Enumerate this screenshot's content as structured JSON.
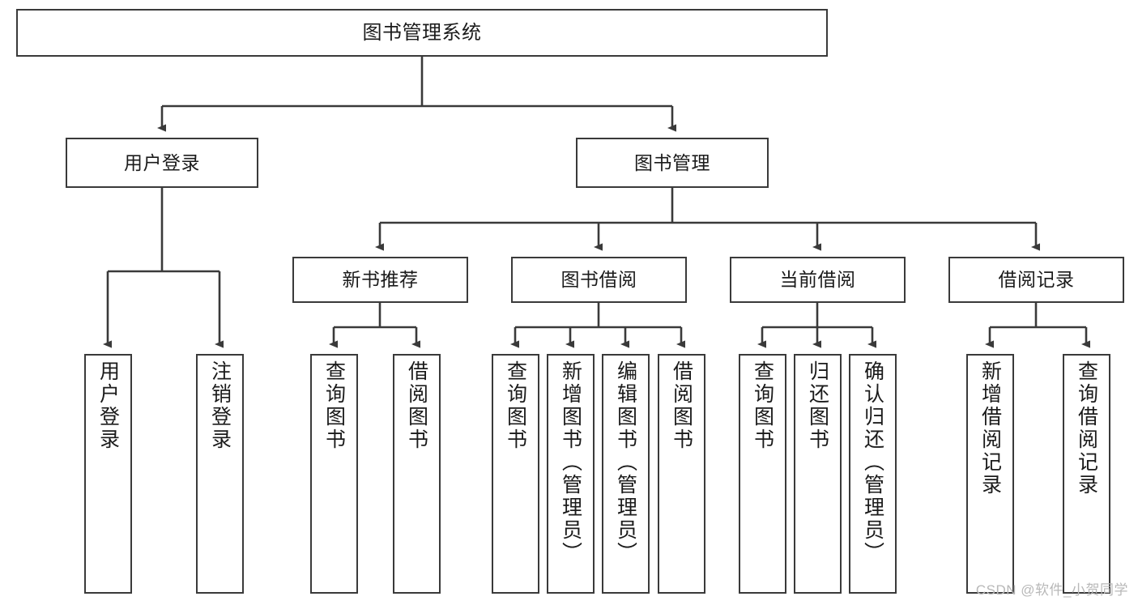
{
  "diagram": {
    "title": "图书管理系统",
    "type": "hierarchy-tree",
    "line_color": "#3a3a3a",
    "box_fill": "#ffffff",
    "text_color": "#1b1b1b",
    "watermark": "CSDN @软件_小贺同学",
    "levels": {
      "root": {
        "label": "图书管理系统"
      },
      "level2": [
        {
          "label": "用户登录"
        },
        {
          "label": "图书管理"
        }
      ],
      "level3": [
        {
          "label": "新书推荐"
        },
        {
          "label": "图书借阅"
        },
        {
          "label": "当前借阅"
        },
        {
          "label": "借阅记录"
        }
      ],
      "leaves": [
        {
          "label": "用户登录",
          "parent": "用户登录"
        },
        {
          "label": "注销登录",
          "parent": "用户登录"
        },
        {
          "label": "查询图书",
          "parent": "新书推荐"
        },
        {
          "label": "借阅图书",
          "parent": "新书推荐"
        },
        {
          "label": "查询图书",
          "parent": "图书借阅"
        },
        {
          "label": "新增图书（管理员）",
          "parent": "图书借阅"
        },
        {
          "label": "编辑图书（管理员）",
          "parent": "图书借阅"
        },
        {
          "label": "借阅图书",
          "parent": "图书借阅"
        },
        {
          "label": "查询图书",
          "parent": "当前借阅"
        },
        {
          "label": "归还图书",
          "parent": "当前借阅"
        },
        {
          "label": "确认归还（管理员）",
          "parent": "当前借阅"
        },
        {
          "label": "新增借阅记录",
          "parent": "借阅记录"
        },
        {
          "label": "查询借阅记录",
          "parent": "借阅记录"
        }
      ]
    }
  }
}
